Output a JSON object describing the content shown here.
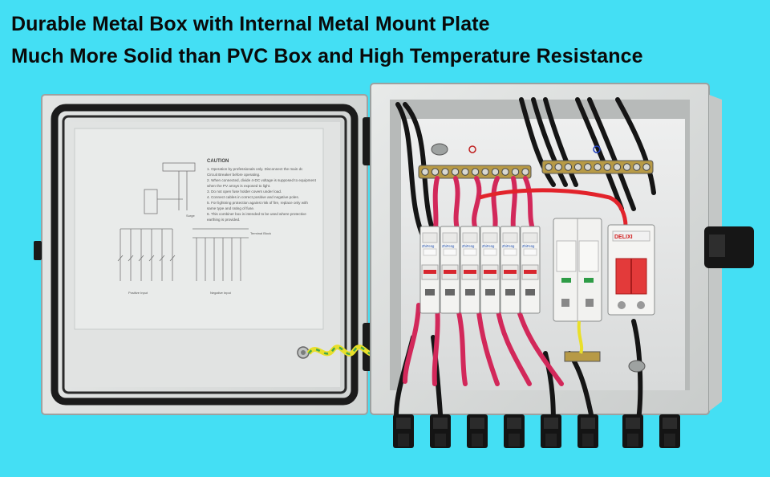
{
  "headline": {
    "line1": "Durable Metal Box with Internal Metal Mount Plate",
    "line2": "Much More Solid than PVC Box and High Temperature Resistance"
  },
  "door_label": {
    "caution_heading": "CAUTION",
    "caution_lines": [
      "1. Operation by professionals only. Disconnect the main dc",
      "   Circuit Breaker before operating.",
      "2. When connected, divide 4-DC voltage is supposed to equipment",
      "   when the PV arrays is exposed to light.",
      "3. Do not open fuse holder covers under load.",
      "4. Connect cables in correct positive and negative poles.",
      "5. For lightning protection against risk of fire, replace only with",
      "   same type and rating of fuse.",
      "6. This combiner box is intended to be used where protective",
      "   earthing is provided."
    ],
    "circuit_labels": [
      "Surge",
      "Terminal Block",
      "Negative Input",
      "Positive Input"
    ]
  },
  "breaker_brand": "DELIXI",
  "fuse_brand": "ZhiFeng",
  "colors": {
    "background": "#44dff4",
    "headline": "#0a0a0a",
    "box": "#d9dcdb",
    "cable_red": "#d2285a",
    "cable_black": "#151515"
  }
}
